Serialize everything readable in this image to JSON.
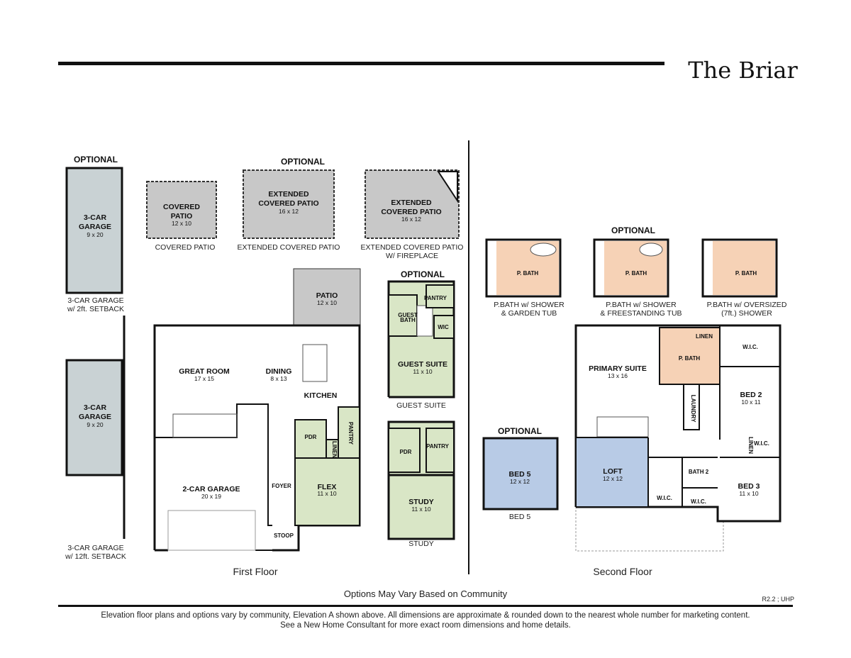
{
  "title": "The Briar",
  "optional_label": "OPTIONAL",
  "captions": {
    "garage_2ft": "3-CAR GARAGE\nw/ 2ft. SETBACK",
    "garage_12ft": "3-CAR GARAGE\nw/ 12ft. SETBACK",
    "covered_patio": "COVERED PATIO",
    "ext_covered_patio": "EXTENDED COVERED PATIO",
    "ext_covered_patio_fp": "EXTENDED COVERED PATIO\nW/ FIREPLACE",
    "guest_suite": "GUEST SUITE",
    "study": "STUDY",
    "bed5": "BED 5",
    "pbath_garden": "P.BATH w/ SHOWER\n& GARDEN TUB",
    "pbath_freestanding": "P.BATH w/ SHOWER\n& FREESTANDING TUB",
    "pbath_oversized": "P.BATH w/ OVERSIZED\n(7ft.) SHOWER"
  },
  "rooms": {
    "garage3": {
      "name": "3-CAR\nGARAGE",
      "dim": "9 x 20"
    },
    "covered_patio": {
      "name": "COVERED\nPATIO",
      "dim": "12 x 10"
    },
    "ext_patio": {
      "name": "EXTENDED\nCOVERED PATIO",
      "dim": "16 x 12"
    },
    "patio": {
      "name": "PATIO",
      "dim": "12 x 10"
    },
    "great_room": {
      "name": "GREAT ROOM",
      "dim": "17 x 15"
    },
    "dining": {
      "name": "DINING",
      "dim": "8 x 13"
    },
    "kitchen": {
      "name": "KITCHEN"
    },
    "pdr": {
      "name": "PDR"
    },
    "pantry": {
      "name": "PANTRY"
    },
    "linen": {
      "name": "LINEN"
    },
    "flex": {
      "name": "FLEX",
      "dim": "11 x 10"
    },
    "foyer": {
      "name": "FOYER"
    },
    "stoop": {
      "name": "STOOP"
    },
    "garage2": {
      "name": "2-CAR GARAGE",
      "dim": "20 x 19"
    },
    "guest_bath": {
      "name": "GUEST\nBATH"
    },
    "wic": {
      "name": "WIC"
    },
    "guest_suite": {
      "name": "GUEST SUITE",
      "dim": "11 x 10"
    },
    "study": {
      "name": "STUDY",
      "dim": "11 x 10"
    },
    "pbath": {
      "name": "P. BATH"
    },
    "bed5": {
      "name": "BED 5",
      "dim": "12 x 12"
    },
    "primary_suite": {
      "name": "PRIMARY SUITE",
      "dim": "13 x 16"
    },
    "wic_upper": {
      "name": "W.I.C."
    },
    "laundry": {
      "name": "LAUNDRY"
    },
    "bed2": {
      "name": "BED 2",
      "dim": "10 x 11"
    },
    "loft": {
      "name": "LOFT",
      "dim": "12 x 12"
    },
    "bath2": {
      "name": "BATH 2"
    },
    "bed3": {
      "name": "BED 3",
      "dim": "11 x 10"
    }
  },
  "floors": {
    "first": "First Floor",
    "second": "Second Floor"
  },
  "footer": {
    "options": "Options May Vary Based on Community",
    "revision": "R2.2 ; UHP",
    "disclaimer_1": "Elevation floor plans and options vary by community, Elevation A shown above. All dimensions are approximate & rounded down to the nearest whole number for marketing content.",
    "disclaimer_2": "See a New Home Consultant for more exact room dimensions and home details."
  },
  "colors": {
    "garage_fill": "#c9d2d4",
    "patio_fill": "#c8c8c8",
    "flex_fill": "#d9e6c6",
    "bath_fill": "#f6d2b6",
    "loft_fill": "#b8cbe6",
    "wall": "#111111"
  }
}
